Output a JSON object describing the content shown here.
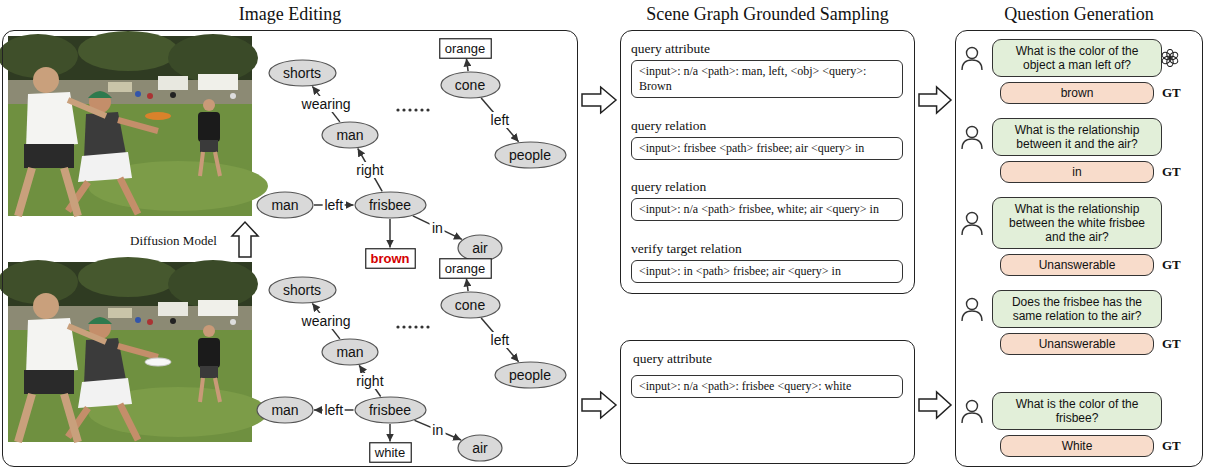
{
  "diagram": {
    "nodes": [
      {
        "text": [
          "Image Editing"
        ]
      },
      {
        "text": [
          "shorts"
        ],
        "in": 0
      },
      {
        "text": [
          "man"
        ],
        "in": 0
      },
      {
        "text": [
          "orange"
        ],
        "in": 0
      },
      {
        "text": [
          "cone"
        ],
        "in": 0
      },
      {
        "text": [
          "man"
        ],
        "in": 0
      },
      {
        "text": [
          "frisbee"
        ],
        "in": 0
      },
      {
        "text": [
          "people"
        ],
        "in": 0
      },
      {
        "text": [
          "brown"
        ],
        "in": 0
      },
      {
        "text": [
          "air"
        ],
        "in": 0
      },
      {
        "text": [
          "shorts"
        ],
        "in": 0
      },
      {
        "text": [
          "man"
        ],
        "in": 0
      },
      {
        "text": [
          "orange"
        ],
        "in": 0
      },
      {
        "text": [
          "cone"
        ],
        "in": 0
      },
      {
        "text": [
          "man"
        ],
        "in": 0
      },
      {
        "text": [
          "frisbee"
        ],
        "in": 0
      },
      {
        "text": [
          "people"
        ],
        "in": 0
      },
      {
        "text": [
          "white"
        ],
        "in": 0
      },
      {
        "text": [
          "air"
        ],
        "in": 0
      },
      {
        "text": [
          "Scene Graph Grounded Sampling"
        ]
      },
      {
        "text": [
          "query attribute",
          "<input>: n/a <path>: man, left, <obj> <query>: Brown"
        ],
        "in": 19
      },
      {
        "text": [
          "query relation",
          "<input>: frisbee <path> frisbee; air <query> in"
        ],
        "in": 19
      },
      {
        "text": [
          "query relation",
          "<input>: n/a <path> frisbee, white; air <query> in"
        ],
        "in": 19
      },
      {
        "text": [
          "verify target relation",
          "<input>: in <path> frisbee; air <query> in"
        ],
        "in": 19
      },
      {
        "text": [
          "query attribute"
        ]
      },
      {
        "text": [
          "<input>: n/a <path>: frisbee <query>: white"
        ],
        "in": 24
      },
      {
        "text": [
          "Question Generation"
        ]
      },
      {
        "text": [
          "What is the color of the object a man left of?"
        ],
        "in": 26
      },
      {
        "text": [
          "brown"
        ],
        "in": 26
      },
      {
        "text": [
          "What is the relationship between it and the air?"
        ],
        "in": 26
      },
      {
        "text": [
          "in"
        ],
        "in": 26
      },
      {
        "text": [
          "What is the relationship between the white frisbee and the air?"
        ],
        "in": 26
      },
      {
        "text": [
          "Unanswerable"
        ],
        "in": 26
      },
      {
        "text": [
          "Does the frisbee has the same relation to the air?"
        ],
        "in": 26
      },
      {
        "text": [
          "Unanswerable"
        ],
        "in": 26
      },
      {
        "text": [
          "What is the color of the frisbee?"
        ],
        "in": 26
      },
      {
        "text": [
          "White"
        ],
        "in": 26
      }
    ],
    "edges": [
      {
        "from": 2,
        "to": 1,
        "arrow": "to",
        "label": "wearing"
      },
      {
        "from": 6,
        "to": 2,
        "arrow": "to",
        "label": "right"
      },
      {
        "from": 5,
        "to": 6,
        "arrow": "to",
        "label": "left"
      },
      {
        "from": 6,
        "to": 8,
        "arrow": "to"
      },
      {
        "from": 6,
        "to": 9,
        "arrow": "to",
        "label": "in"
      },
      {
        "from": 4,
        "to": 3,
        "arrow": "to"
      },
      {
        "from": 4,
        "to": 7,
        "arrow": "to",
        "label": "left"
      },
      {
        "from": 11,
        "to": 10,
        "arrow": "to",
        "label": "wearing"
      },
      {
        "from": 15,
        "to": 11,
        "arrow": "to",
        "label": "right"
      },
      {
        "from": 15,
        "to": 14,
        "arrow": "to",
        "label": "left"
      },
      {
        "from": 15,
        "to": 17,
        "arrow": "to"
      },
      {
        "from": 15,
        "to": 18,
        "arrow": "to",
        "label": "in"
      },
      {
        "from": 13,
        "to": 12,
        "arrow": "to"
      },
      {
        "from": 13,
        "to": 16,
        "arrow": "to",
        "label": "left"
      },
      {
        "from": 0,
        "to": 19,
        "arrow": "to"
      },
      {
        "from": 0,
        "to": 24,
        "arrow": "to"
      },
      {
        "from": 19,
        "to": 26,
        "arrow": "to"
      },
      {
        "from": 24,
        "to": 26,
        "arrow": "to"
      }
    ],
    "labels": [
      "Diffusion Model",
      "GT",
      "GT",
      "GT",
      "GT",
      "GT"
    ]
  }
}
